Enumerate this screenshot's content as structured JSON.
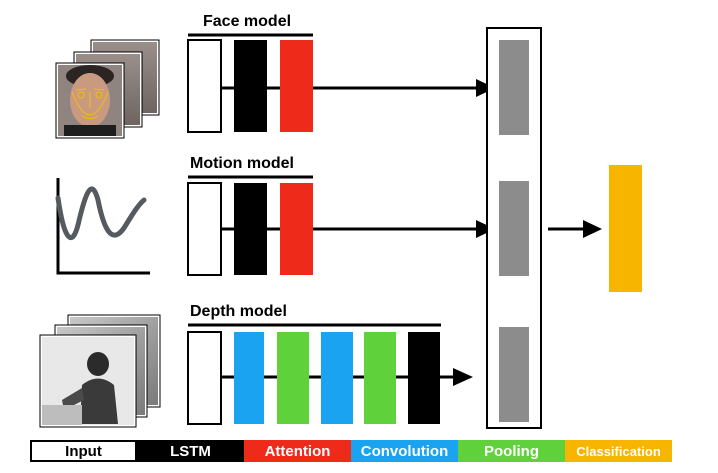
{
  "models": [
    {
      "id": "face",
      "title": "Face model",
      "layers": [
        "input",
        "lstm",
        "attention"
      ]
    },
    {
      "id": "motion",
      "title": "Motion model",
      "layers": [
        "input",
        "lstm",
        "attention"
      ]
    },
    {
      "id": "depth",
      "title": "Depth model",
      "layers": [
        "input",
        "convolution",
        "pooling",
        "convolution",
        "pooling",
        "lstm"
      ]
    }
  ],
  "legend": [
    {
      "key": "input",
      "label": "Input",
      "color": "#ffffff",
      "text_color": "#000000"
    },
    {
      "key": "lstm",
      "label": "LSTM",
      "color": "#000000",
      "text_color": "#ffffff"
    },
    {
      "key": "attention",
      "label": "Attention",
      "color": "#ee2a1b",
      "text_color": "#ffffff"
    },
    {
      "key": "convolution",
      "label": "Convolution",
      "color": "#1aa3f0",
      "text_color": "#ffffff"
    },
    {
      "key": "pooling",
      "label": "Pooling",
      "color": "#5ed13b",
      "text_color": "#ffffff"
    },
    {
      "key": "classification",
      "label": "Classification",
      "color": "#f7b500",
      "text_color": "#ffffff"
    }
  ],
  "colors": {
    "fusion_block": "#8c8c8c",
    "motion_curve": "#555a60",
    "face_landmarks": "#f2c200"
  }
}
